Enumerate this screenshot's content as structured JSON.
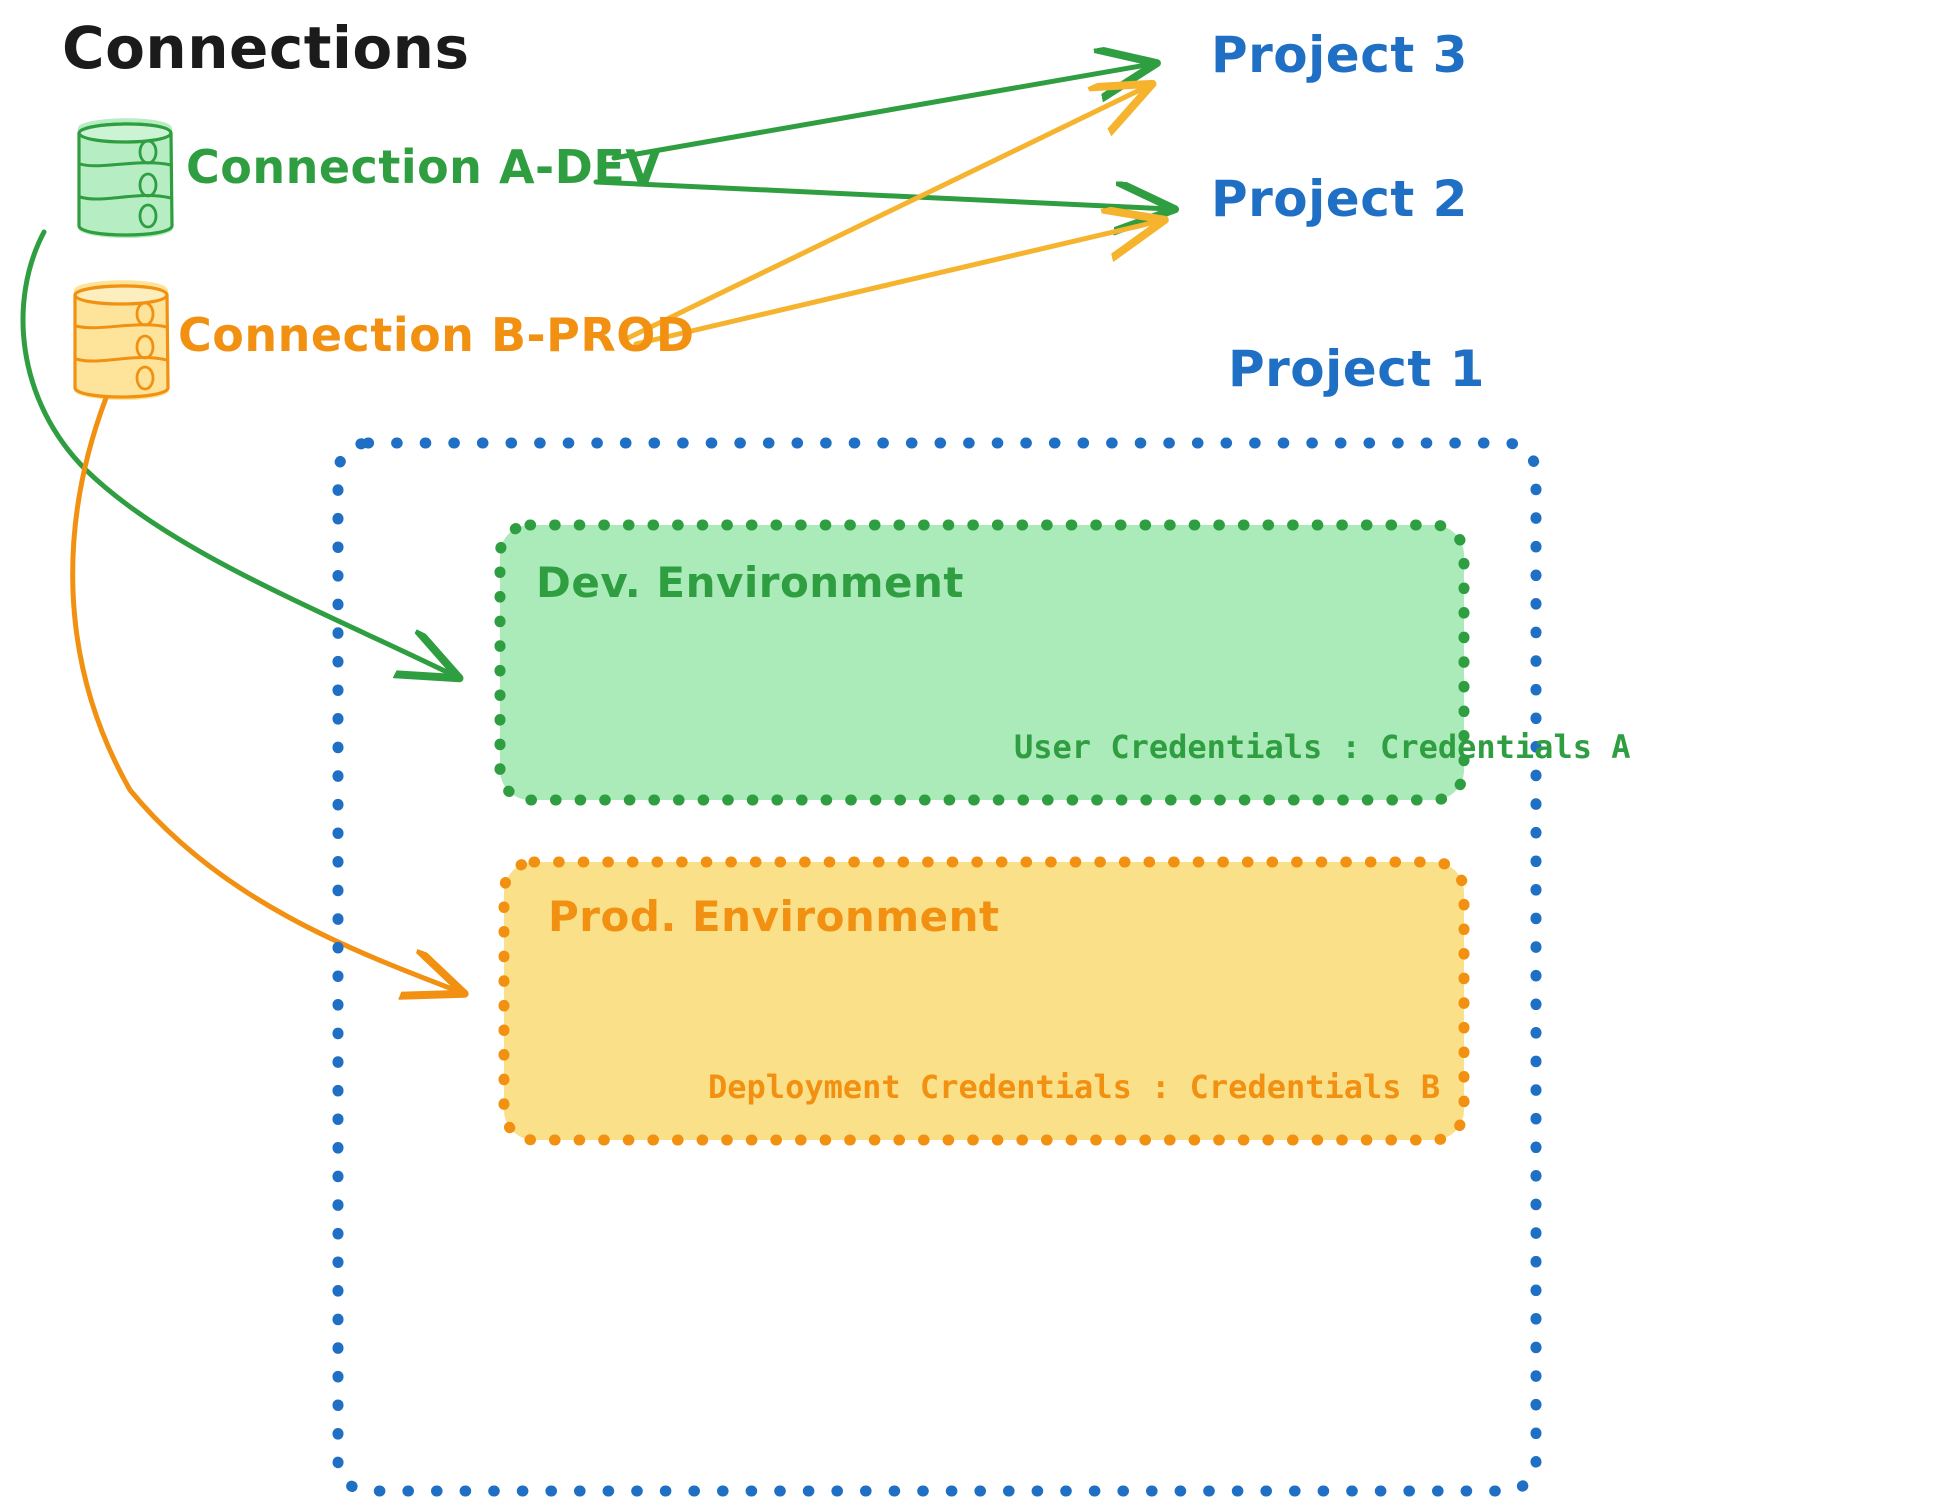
{
  "diagram": {
    "title": "Connections",
    "background": "#ffffff",
    "colors": {
      "green": "#2f9e41",
      "green_fill": "#abeab9",
      "orange": "#f29111",
      "orange_fill": "#fbe08a",
      "blue": "#1f6fc4",
      "title": "#1b1b1b"
    }
  },
  "connections": [
    {
      "id": "connection-a-dev",
      "label": "Connection A-DEV",
      "color": "#2f9e41",
      "icon": "database-cylinder-icon",
      "targets": [
        "Project 3",
        "Project 2",
        "Dev. Environment"
      ]
    },
    {
      "id": "connection-b-prod",
      "label": "Connection B-PROD",
      "color": "#f29111",
      "icon": "database-cylinder-icon",
      "targets": [
        "Project 3",
        "Project 2",
        "Prod. Environment"
      ]
    }
  ],
  "projects": [
    {
      "id": "project-3",
      "label": "Project 3"
    },
    {
      "id": "project-2",
      "label": "Project 2"
    },
    {
      "id": "project-1",
      "label": "Project 1"
    }
  ],
  "project1": {
    "label": "Project 1",
    "border_color": "#1f6fc4",
    "environments": [
      {
        "id": "dev-environment",
        "title": "Dev. Environment",
        "credentials_label": "User Credentials",
        "credentials_value": "Credentials A",
        "credentials_line": "User Credentials : Credentials A",
        "color": "#2f9e41",
        "fill": "#abeab9"
      },
      {
        "id": "prod-environment",
        "title": "Prod. Environment",
        "credentials_label": "Deployment Credentials",
        "credentials_value": "Credentials B",
        "credentials_line": "Deployment Credentials : Credentials B",
        "color": "#f29111",
        "fill": "#fbe08a"
      }
    ]
  }
}
